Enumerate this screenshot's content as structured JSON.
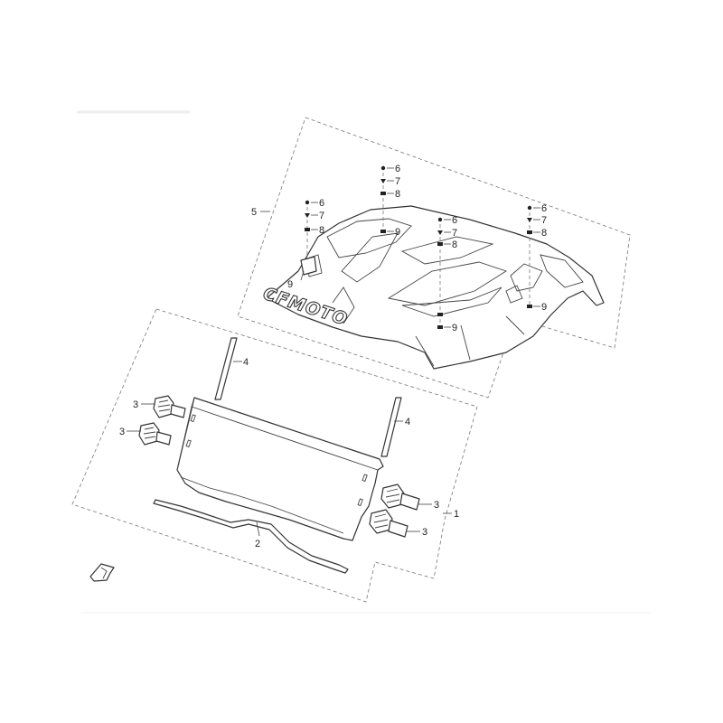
{
  "diagram": {
    "brand_logo": "CFMOTO",
    "callouts": {
      "c1": "1",
      "c2": "2",
      "c3a": "3",
      "c3b": "3",
      "c3c": "3",
      "c3d": "3",
      "c4a": "4",
      "c4b": "4",
      "c5": "5",
      "c6a": "6",
      "c7a": "7",
      "c8a": "8",
      "c9a": "9",
      "c6b": "6",
      "c7b": "7",
      "c8b": "8",
      "c9b": "9",
      "c6c": "6",
      "c7c": "7",
      "c8c": "8",
      "c9c": "9",
      "c6d": "6",
      "c7d": "7",
      "c8d": "8",
      "c9d": "9"
    }
  }
}
